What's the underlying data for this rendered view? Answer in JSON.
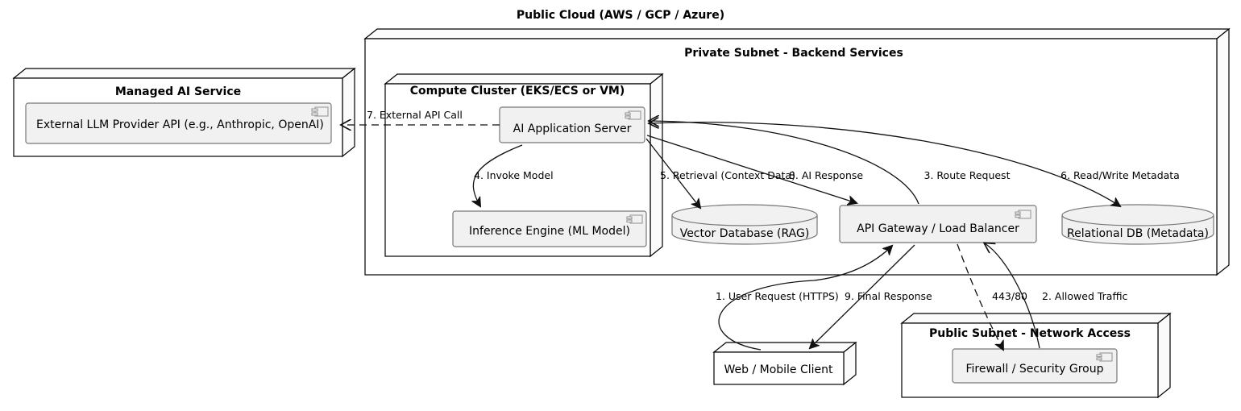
{
  "diagram": {
    "type": "uml-deployment-diagram",
    "title": "Public Cloud (AWS / GCP / Azure)"
  },
  "nodes": {
    "managed_ai_service": {
      "label": "Managed AI Service",
      "component": "External LLM Provider API (e.g., Anthropic, OpenAI)"
    },
    "private_subnet": {
      "label": "Private Subnet - Backend Services"
    },
    "compute_cluster": {
      "label": "Compute Cluster (EKS/ECS or VM)",
      "components": [
        "AI Application Server",
        "Inference Engine (ML Model)"
      ]
    },
    "vector_db": {
      "label": "Vector Database (RAG)"
    },
    "api_gateway": {
      "label": "API Gateway / Load Balancer"
    },
    "relational_db": {
      "label": "Relational DB (Metadata)"
    },
    "web_client": {
      "label": "Web / Mobile Client"
    },
    "public_subnet": {
      "label": "Public Subnet - Network Access",
      "component": "Firewall / Security Group"
    }
  },
  "edges": [
    {
      "id": "e1",
      "label": "1. User Request (HTTPS)"
    },
    {
      "id": "e2",
      "label": "2. Allowed Traffic"
    },
    {
      "id": "e3",
      "label": "3. Route Request"
    },
    {
      "id": "e4",
      "label": "4. Invoke Model"
    },
    {
      "id": "e5",
      "label": "5. Retrieval (Context Data)"
    },
    {
      "id": "e6",
      "label": "6. Read/Write Metadata"
    },
    {
      "id": "e7",
      "label": "7. External API Call"
    },
    {
      "id": "e8",
      "label": "8. AI Response"
    },
    {
      "id": "e9",
      "label": "9. Final Response"
    },
    {
      "id": "e10",
      "label": "443/80"
    }
  ],
  "colors": {
    "background": "#ffffff",
    "node_fill": "#ffffff",
    "component_fill": "#f1f1f1",
    "stroke": "#000000",
    "component_stroke": "#777777"
  }
}
